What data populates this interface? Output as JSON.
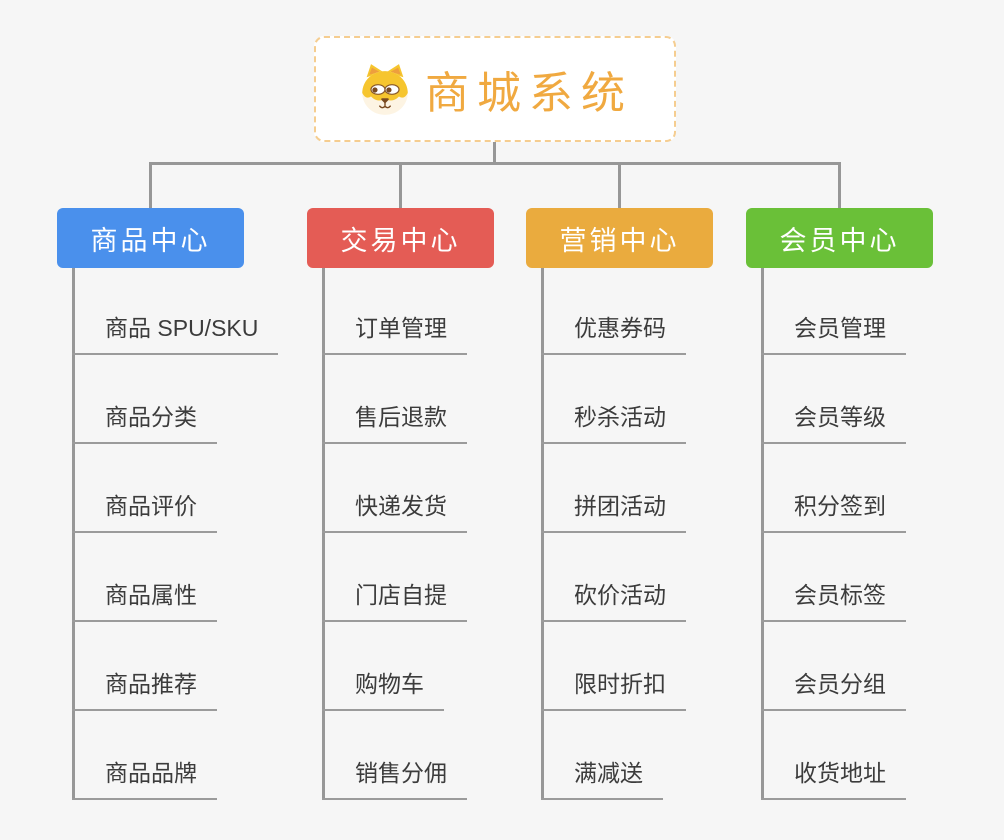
{
  "root": {
    "label": "商城系统",
    "icon": "dog-face-icon"
  },
  "branches": [
    {
      "id": "product-center",
      "label": "商品中心",
      "color": "#4a90ec",
      "children": [
        "商品 SPU/SKU",
        "商品分类",
        "商品评价",
        "商品属性",
        "商品推荐",
        "商品品牌"
      ]
    },
    {
      "id": "trade-center",
      "label": "交易中心",
      "color": "#e45c55",
      "children": [
        "订单管理",
        "售后退款",
        "快递发货",
        "门店自提",
        "购物车",
        "销售分佣"
      ]
    },
    {
      "id": "marketing-center",
      "label": "营销中心",
      "color": "#eaab3e",
      "children": [
        "优惠券码",
        "秒杀活动",
        "拼团活动",
        "砍价活动",
        "限时折扣",
        "满减送"
      ]
    },
    {
      "id": "member-center",
      "label": "会员中心",
      "color": "#6ac038",
      "children": [
        "会员管理",
        "会员等级",
        "积分签到",
        "会员标签",
        "会员分组",
        "收货地址"
      ]
    }
  ],
  "colors": {
    "background": "#f6f6f6",
    "connector": "#979797",
    "root_text": "#f0a940",
    "root_border": "#f5cd90",
    "item_text": "#3c3c3c",
    "item_underline": "#9b9b9b"
  }
}
